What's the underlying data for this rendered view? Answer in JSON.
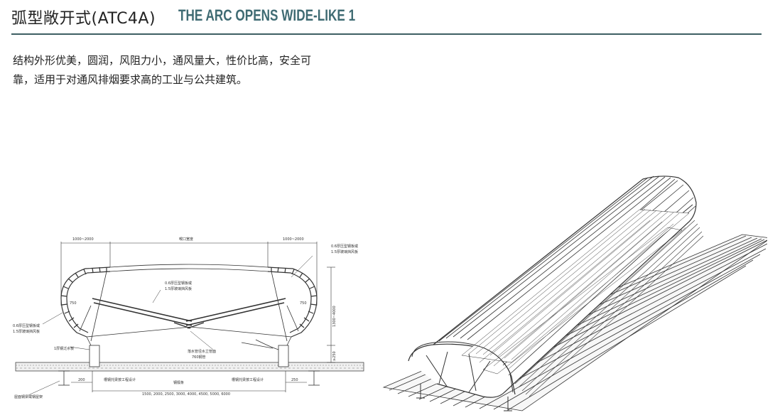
{
  "header": {
    "title_cn": "弧型敞开式(ATC4A)",
    "title_en": "THE ARC OPENS WIDE-LIKE 1",
    "accent_color": "#3f6b73"
  },
  "description": {
    "line1": "结构外形优美，圆润，风阻力小，通风量大，性价比高，安全可",
    "line2": "靠，适用于对通风排烟要求高的工业与公共建筑。"
  },
  "section_drawing": {
    "dim_left": "1000~2000",
    "dim_center": "喉口宽度",
    "dim_right": "1000~2000",
    "label_top_right_1": "0.6厚压型钢板或",
    "label_top_right_2": "1.5厚玻璃挡风板",
    "label_center_1": "0.6厚压型钢板或",
    "label_center_2": "1.5厚玻璃挡风板",
    "label_left_1": "0.6厚压型钢板或",
    "label_left_2": "1.5厚玻璃挡风板",
    "label_r_left": "750",
    "label_r_right": "750",
    "label_height": "1300~4000",
    "label_base_height": "≥250",
    "label_flashing": "1厚钢泛水板",
    "label_gutter_1": "落水管径水立管面",
    "label_gutter_2": "760钢管",
    "label_bottom_left": "屋面钢梁或钢屋架",
    "label_200": "200",
    "label_250": "250",
    "label_support_left": "槽钢托梁按工程设计",
    "label_purlin": "钢檩条",
    "label_support_right": "槽钢托梁按工程设计",
    "label_widths": "1500, 2000, 2500, 3000, 4000, 4500, 5000, 6000"
  }
}
